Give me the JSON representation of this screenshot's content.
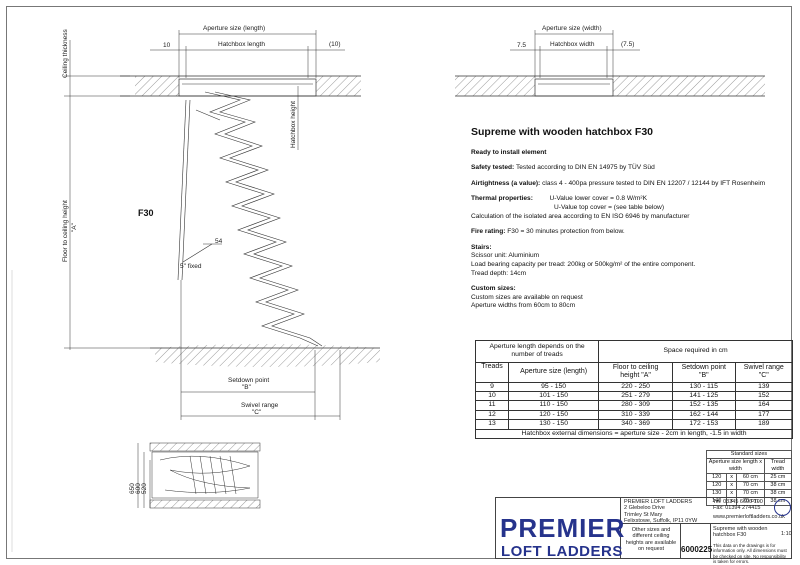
{
  "drawing": {
    "left_view": {
      "aperture_length": "Aperture size (length)",
      "hatchbox_length": "Hatchbox length",
      "dim_left": "10",
      "dim_right": "(10)",
      "ceiling_thickness": "Ceiling thickness",
      "hatchbox_height": "Hatchbox height",
      "floor_to_ceiling": "Floor to ceiling height",
      "x_label": "\"A\"",
      "f30_label": "F30",
      "angle_label": "54",
      "fixed_label": "5\" fixed",
      "setdown_point": "Setdown point",
      "setdown_b": "\"B\"",
      "swivel_range": "Swivel range",
      "swivel_c": "\"C\""
    },
    "right_view": {
      "aperture_width": "Aperture size (width)",
      "hatchbox_width": "Hatchbox width",
      "dim_left": "7.5",
      "dim_right": "(7.5)"
    },
    "small_view": {
      "dim1": "650",
      "dim2": "600",
      "dim3": "520"
    }
  },
  "spec": {
    "title": "Supreme with wooden hatchbox F30",
    "ready": "Ready to install element",
    "safety_label": "Safety tested:",
    "safety_text": "Tested according to DIN EN 14975 by TÜV Süd",
    "air_label": "Airtightness (a value):",
    "air_text": "class 4 - 400pa pressure tested to DIN EN 12207 / 12144 by IFT Rosenheim",
    "thermal_label": "Thermal properties:",
    "thermal_1": "U-Value lower cover = 0.8 W/m²K",
    "thermal_2": "U-Value top cover = (see table below)",
    "thermal_3": "Calculation of the isolated area according to EN ISO 6946 by manufacturer",
    "fire_label": "Fire rating:",
    "fire_text": "F30 = 30 minutes protection from below.",
    "stairs_label": "Stairs:",
    "stairs_1": "Scissor unit: Aluminium",
    "stairs_2": "Load bearing capacity per tread: 200kg or 500kg/m² of the entire component.",
    "stairs_3": "Tread depth: 14cm",
    "custom_label": "Custom sizes:",
    "custom_1": "Custom sizes are available on request",
    "custom_2": "Aperture widths from 60cm to 80cm"
  },
  "main_table": {
    "head_left": "Aperture length depends on the number of treads",
    "head_right": "Space required in cm",
    "columns": [
      "Treads",
      "Aperture size (length)",
      "Floor to ceiling height \"A\"",
      "Setdown point \"B\"",
      "Swivel range \"C\""
    ],
    "rows": [
      [
        "9",
        "95 - 150",
        "220 - 250",
        "130 - 115",
        "139"
      ],
      [
        "10",
        "101 - 150",
        "251 - 279",
        "141 - 125",
        "152"
      ],
      [
        "11",
        "110 - 150",
        "280 - 309",
        "152 - 135",
        "164"
      ],
      [
        "12",
        "120 - 150",
        "310 - 339",
        "162 - 144",
        "177"
      ],
      [
        "13",
        "130 - 150",
        "340 - 369",
        "172 - 153",
        "189"
      ]
    ],
    "footer": "Hatchbox external dimensions = aperture size - 2cm in length, -1.5 in width"
  },
  "std_table": {
    "title": "Standard sizes",
    "col1": "Aperture size length x width",
    "col2": "Tread width",
    "rows": [
      [
        "120",
        "x",
        "60 cm",
        "25 cm"
      ],
      [
        "120",
        "x",
        "70 cm",
        "38 cm"
      ],
      [
        "130",
        "x",
        "70 cm",
        "38 cm"
      ],
      [
        "140",
        "x",
        "70 cm",
        "38 cm"
      ]
    ]
  },
  "title_block": {
    "logo_top": "PREMIER",
    "logo_bottom": "LOFT LADDERS",
    "company": "PREMIER LOFT LADDERS",
    "addr1": "2 Glebeloo Drive",
    "addr2": "Trimley St Mary",
    "addr3": "Felixstowe, Suffolk, IP11 0YW",
    "tel": "Tel: 03345 6600 190",
    "fax": "Fax: 01394 274415",
    "web": "www.premierloftladders.co.uk",
    "other_sizes": "Other sizes and different ceiling heights are available on request",
    "drawing_no": "6000225",
    "drawing_title": "Supreme with wooden hatchbox F30",
    "scale": "1:10",
    "note": "This data on the drawings is for information only. All dimensions must be checked on site. No responsibility is taken for errors."
  }
}
